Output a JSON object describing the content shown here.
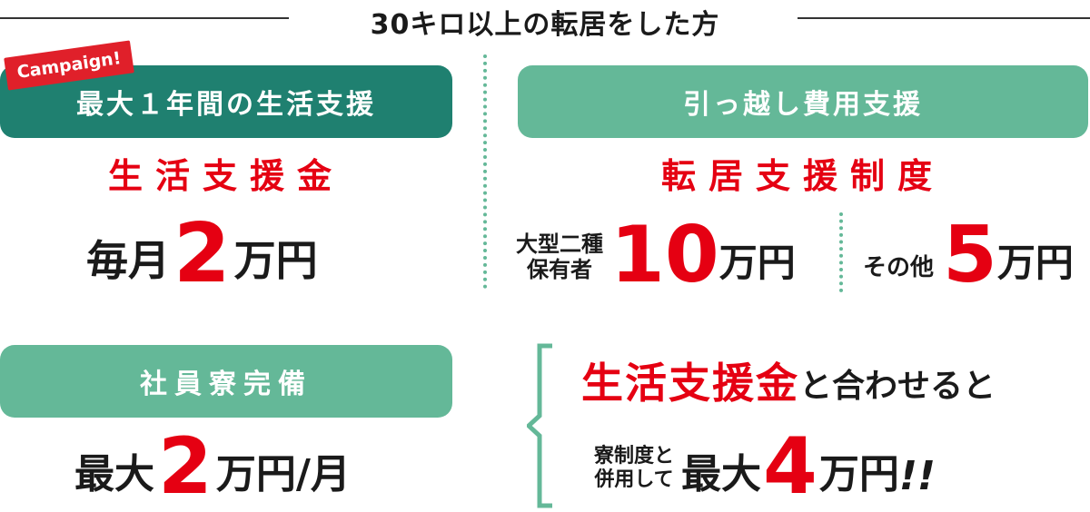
{
  "header": {
    "title": "30キロ以上の転居をした方"
  },
  "left_top": {
    "badge": "Campaign!",
    "pill": "最大１年間の生活支援",
    "heading": "生活支援金",
    "amount_prefix": "毎月",
    "amount_number": "2",
    "amount_unit": "万円"
  },
  "right_top": {
    "pill": "引っ越し費用支援",
    "heading": "転居支援制度",
    "license_line1": "大型二種",
    "license_line2": "保有者",
    "license_number": "10",
    "license_unit": "万円",
    "other_label": "その他",
    "other_number": "5",
    "other_unit": "万円"
  },
  "left_bottom": {
    "pill": "社員寮完備",
    "amount_prefix": "最大",
    "amount_number": "2",
    "amount_unit": "万円/月"
  },
  "right_bottom": {
    "combine_red": "生活支援金",
    "combine_rest": "と合わせると",
    "note_line1": "寮制度と",
    "note_line2": "併用して",
    "max_label": "最大",
    "max_number": "4",
    "max_unit": "万円",
    "exclaim": "!!"
  },
  "colors": {
    "dark_green": "#1f8070",
    "light_green": "#64b898",
    "red": "#e50012"
  }
}
